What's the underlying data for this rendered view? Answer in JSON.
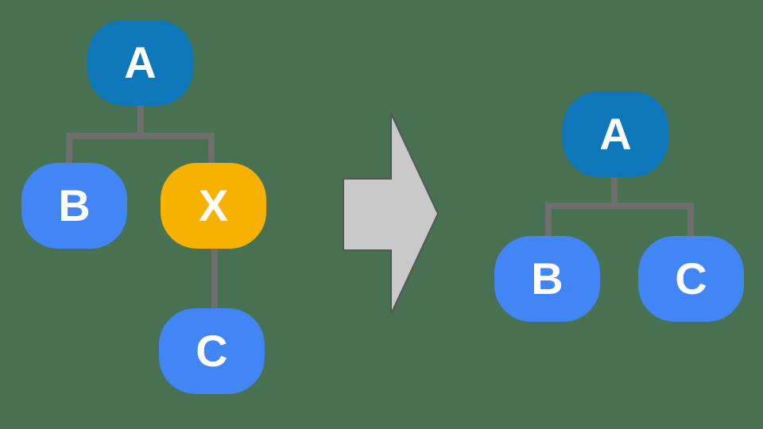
{
  "colors": {
    "background": "#477150",
    "root_node": "#0d77b9",
    "child_node": "#4285f4",
    "highlight_node": "#f7b100",
    "edge": "#6e6e6e",
    "arrow_fill": "#c9c9c9",
    "arrow_stroke": "#555555",
    "label_text": "#ffffff"
  },
  "trees": {
    "before": {
      "nodes": [
        {
          "label": "A",
          "role": "root"
        },
        {
          "label": "B",
          "role": "child"
        },
        {
          "label": "X",
          "role": "highlighted"
        },
        {
          "label": "C",
          "role": "child"
        }
      ],
      "edges": [
        "A-B",
        "A-X",
        "X-C"
      ]
    },
    "after": {
      "nodes": [
        {
          "label": "A",
          "role": "root"
        },
        {
          "label": "B",
          "role": "child"
        },
        {
          "label": "C",
          "role": "child"
        }
      ],
      "edges": [
        "A-B",
        "A-C"
      ]
    }
  },
  "arrow": {
    "direction": "right"
  }
}
